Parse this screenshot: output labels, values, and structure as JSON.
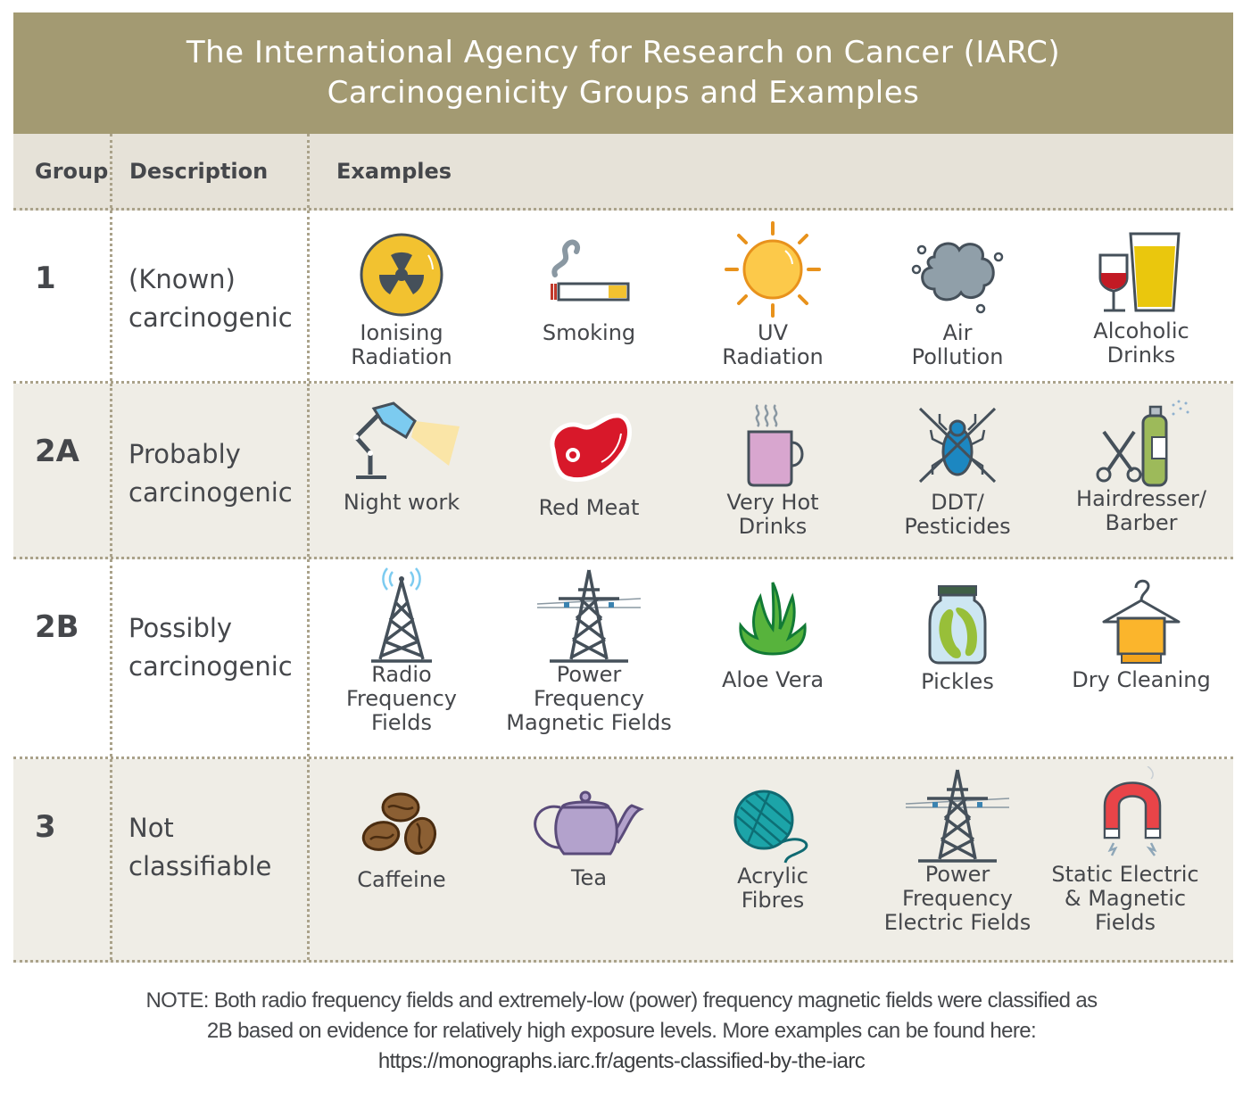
{
  "header": {
    "title_line1": "The International Agency for Research on Cancer (IARC)",
    "title_line2": "Carcinogenicity Groups and Examples"
  },
  "columns": {
    "group": "Group",
    "description": "Description",
    "examples": "Examples"
  },
  "colors": {
    "title_band": "#a39a72",
    "header_row": "#e6e2d8",
    "shaded_row": "#efede6",
    "text": "#45474b",
    "divider": "#aaa28a"
  },
  "groups": [
    {
      "id": "1",
      "description_line1": "(Known)",
      "description_line2": "carcinogenic",
      "examples": [
        {
          "icon": "radiation-icon",
          "line1": "Ionising",
          "line2": "Radiation"
        },
        {
          "icon": "cigarette-icon",
          "line1": "Smoking"
        },
        {
          "icon": "sun-icon",
          "line1": "UV",
          "line2": "Radiation"
        },
        {
          "icon": "smog-cloud-icon",
          "line1": "Air",
          "line2": "Pollution"
        },
        {
          "icon": "wine-beer-icon",
          "line1": "Alcoholic",
          "line2": "Drinks"
        }
      ]
    },
    {
      "id": "2A",
      "description_line1": "Probably",
      "description_line2": "carcinogenic",
      "examples": [
        {
          "icon": "desk-lamp-icon",
          "line1": "Night work"
        },
        {
          "icon": "steak-icon",
          "line1": "Red Meat"
        },
        {
          "icon": "hot-mug-icon",
          "line1": "Very Hot",
          "line2": "Drinks"
        },
        {
          "icon": "crossed-beetle-icon",
          "line1": "DDT/",
          "line2": "Pesticides"
        },
        {
          "icon": "scissors-spray-icon",
          "line1": "Hairdresser/",
          "line2": "Barber"
        }
      ]
    },
    {
      "id": "2B",
      "description_line1": "Possibly",
      "description_line2": "carcinogenic",
      "examples": [
        {
          "icon": "radio-tower-icon",
          "line1": "Radio",
          "line2": "Frequency",
          "line3": "Fields"
        },
        {
          "icon": "power-pylon-icon",
          "line1": "Power",
          "line2": "Frequency",
          "line3": "Magnetic Fields"
        },
        {
          "icon": "aloe-vera-icon",
          "line1": "Aloe Vera"
        },
        {
          "icon": "pickle-jar-icon",
          "line1": "Pickles"
        },
        {
          "icon": "hanger-icon",
          "line1": "Dry Cleaning"
        }
      ]
    },
    {
      "id": "3",
      "description_line1": "Not",
      "description_line2": "classifiable",
      "examples": [
        {
          "icon": "coffee-beans-icon",
          "line1": "Caffeine"
        },
        {
          "icon": "teapot-icon",
          "line1": "Tea"
        },
        {
          "icon": "yarn-ball-icon",
          "line1": "Acrylic",
          "line2": "Fibres"
        },
        {
          "icon": "power-pylon-icon",
          "line1": "Power",
          "line2": "Frequency",
          "line3": "Electric Fields"
        },
        {
          "icon": "horseshoe-magnet-icon",
          "line1": "Static Electric",
          "line2": "& Magnetic",
          "line3": "Fields"
        }
      ]
    }
  ],
  "note": {
    "line1": "NOTE: Both radio frequency fields and extremely-low (power) frequency magnetic fields were classified as",
    "line2": "2B based on evidence for relatively high exposure levels. More examples can be found here:",
    "url": "https://monographs.iarc.fr/agents-classified-by-the-iarc"
  }
}
